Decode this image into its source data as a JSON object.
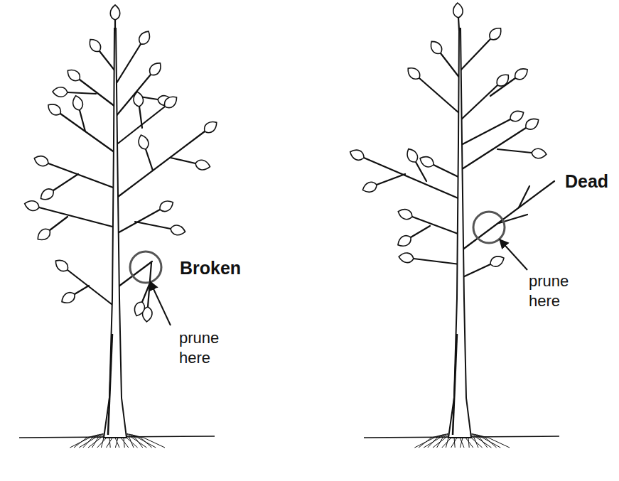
{
  "diagram": {
    "labels": [
      "Broken",
      "prune here",
      "Dead",
      "prune here"
    ]
  }
}
